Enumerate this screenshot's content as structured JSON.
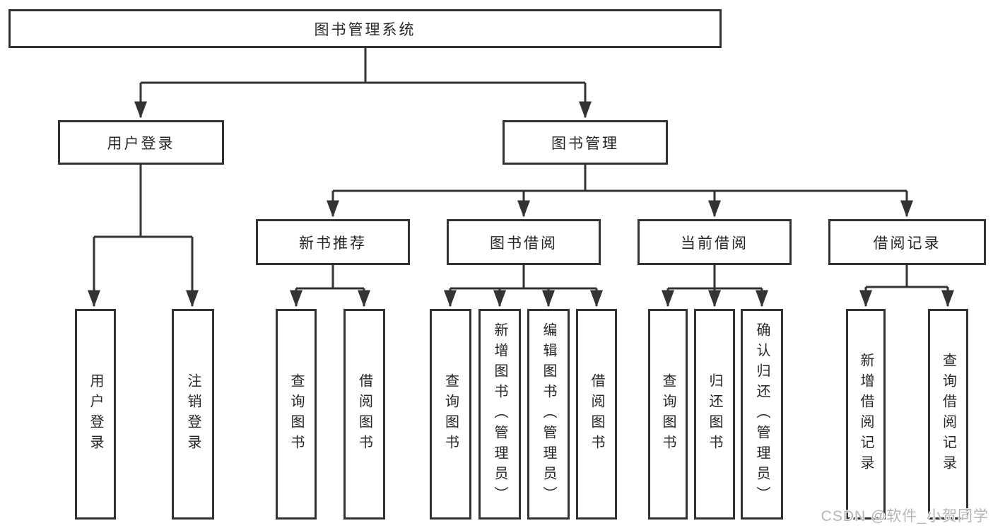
{
  "colors": {
    "line": "#333333",
    "box_border": "#333333",
    "text": "#262626",
    "background": "#ffffff",
    "watermark": "#b5b5b5"
  },
  "diagram": {
    "root": "图书管理系统",
    "branches": {
      "user_login": {
        "label": "用户登录",
        "children": [
          "用户登录",
          "注销登录"
        ]
      },
      "book_management": {
        "label": "图书管理",
        "children": [
          {
            "label": "新书推荐",
            "children": [
              "查询图书",
              "借阅图书"
            ]
          },
          {
            "label": "图书借阅",
            "children": [
              "查询图书",
              "新增图书（管理员）",
              "编辑图书（管理员）",
              "借阅图书"
            ]
          },
          {
            "label": "当前借阅",
            "children": [
              "查询图书",
              "归还图书",
              "确认归还（管理员）"
            ]
          },
          {
            "label": "借阅记录",
            "children": [
              "新增借阅记录",
              "查询借阅记录"
            ]
          }
        ]
      }
    }
  },
  "watermark": "CSDN @软件_小贺同学"
}
